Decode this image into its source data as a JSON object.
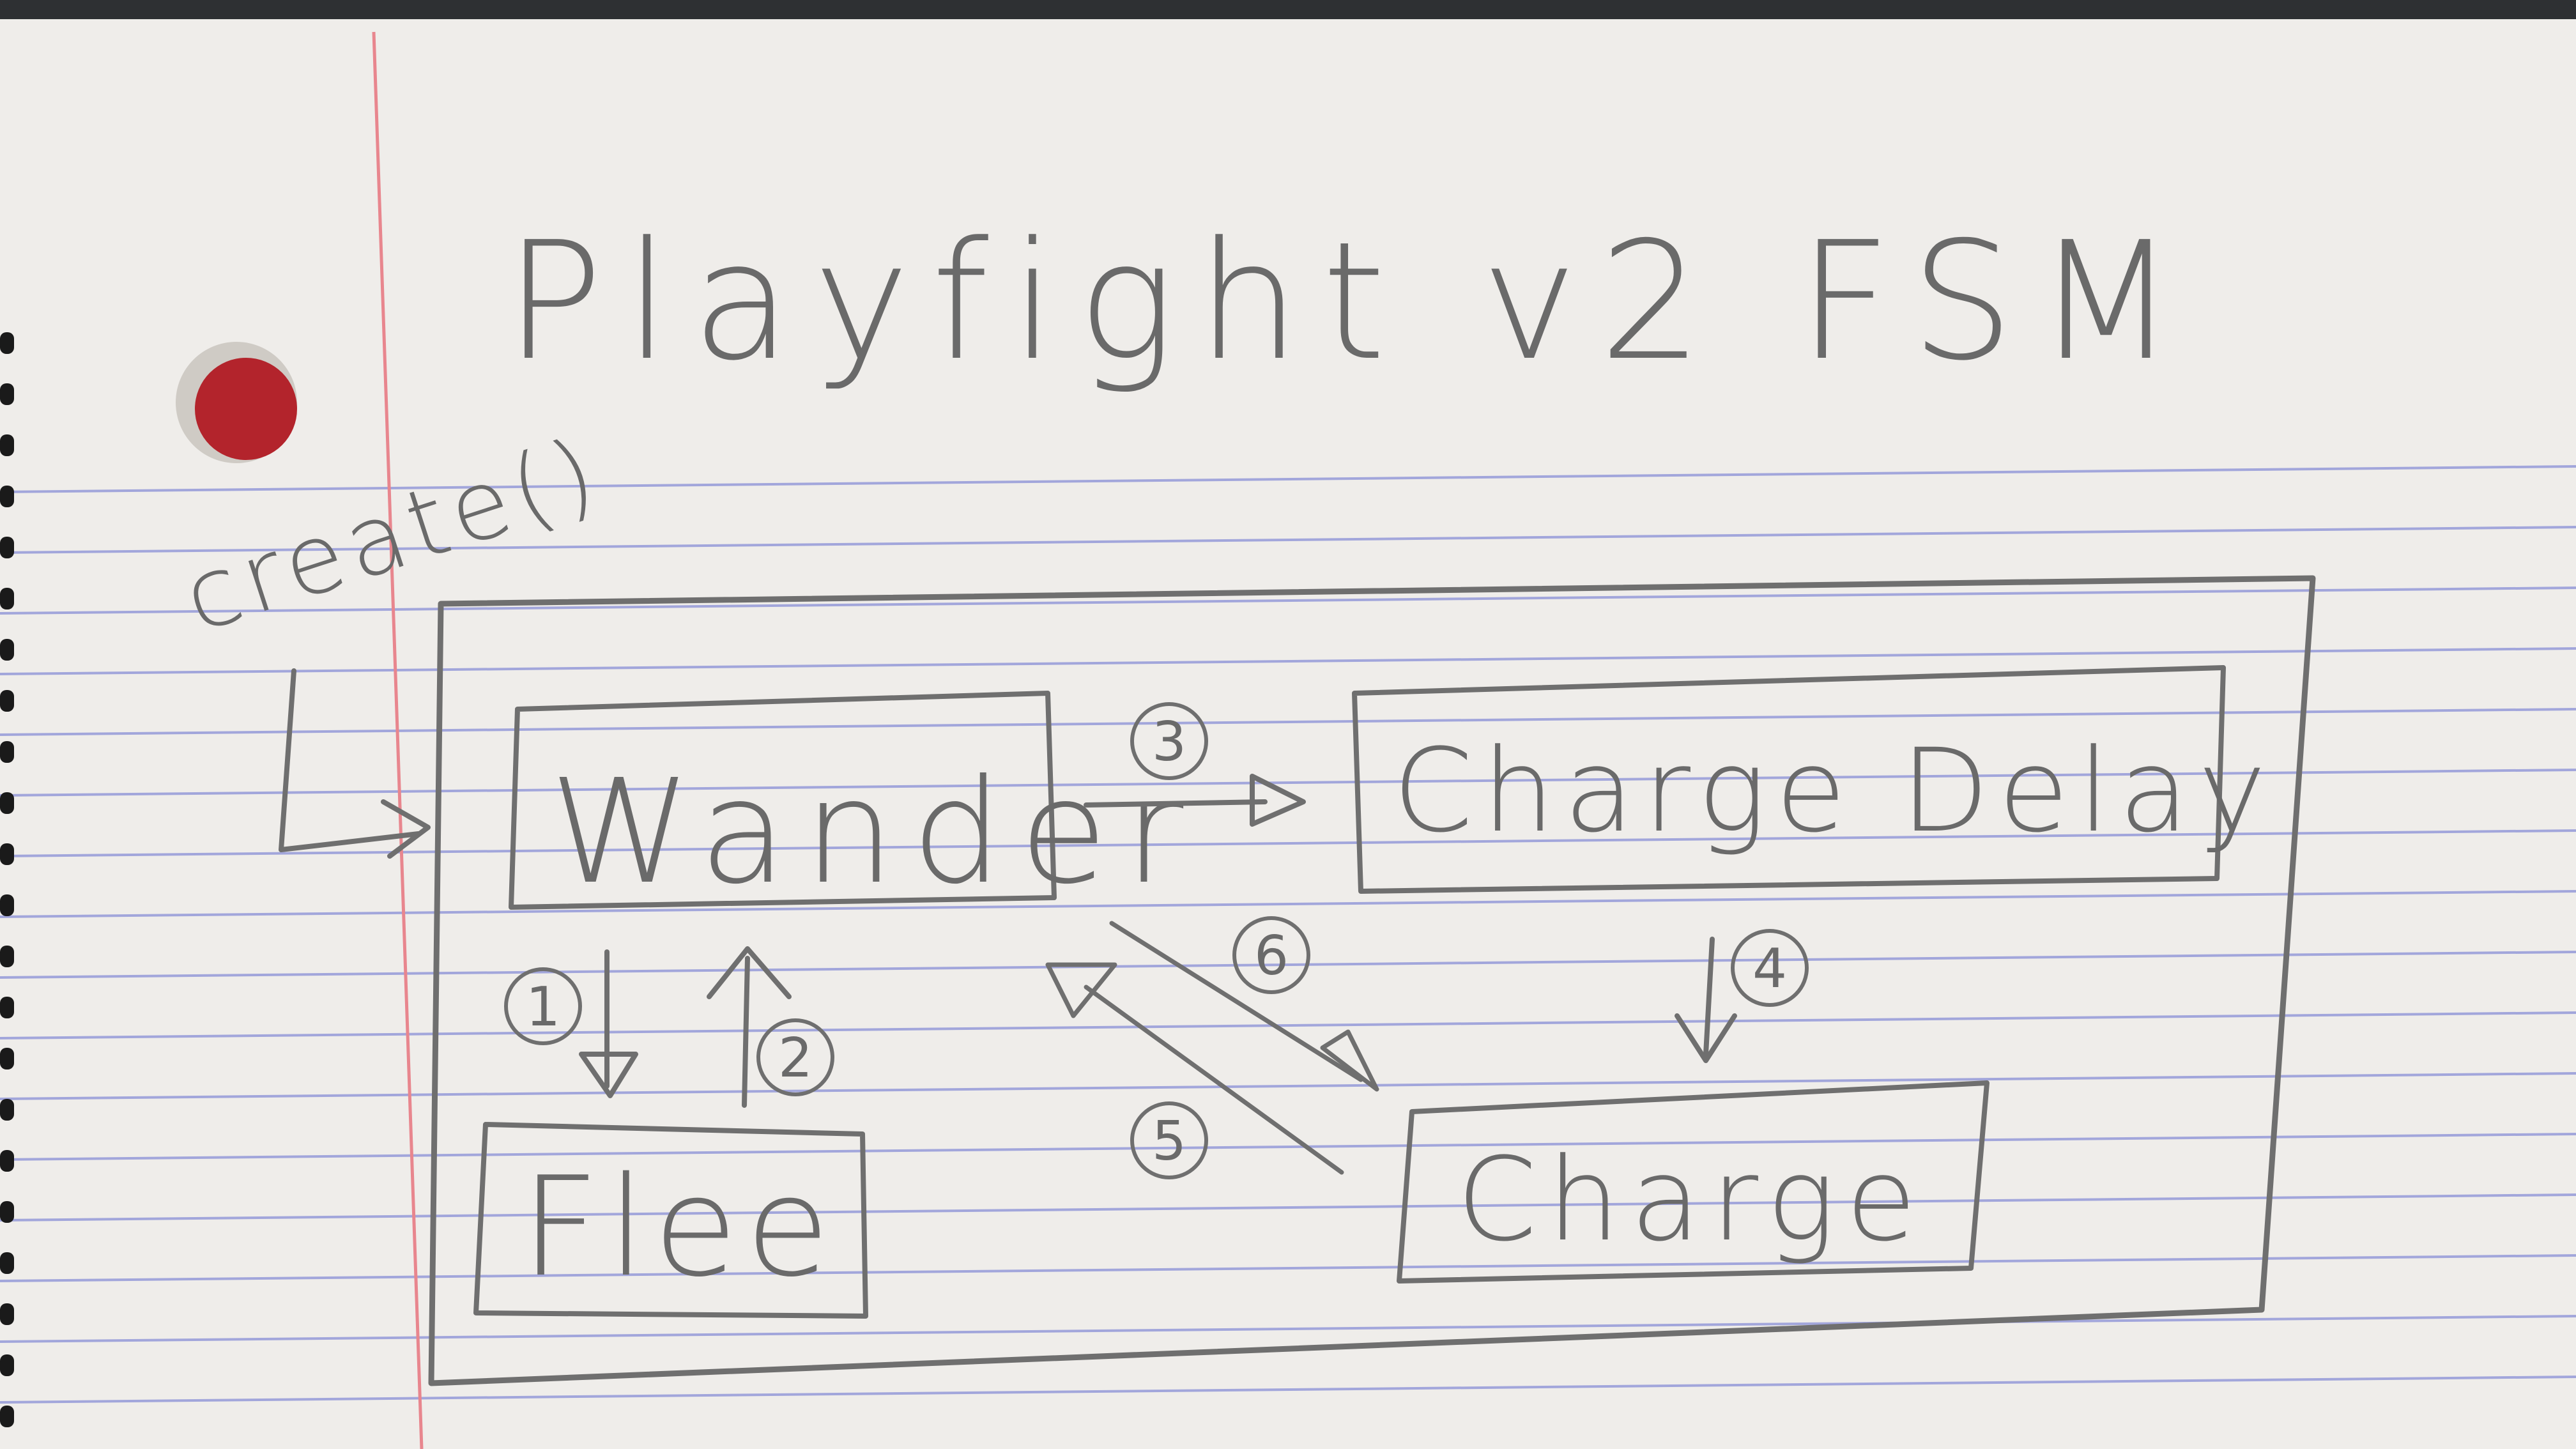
{
  "title": "Playfight v2 FSM",
  "entry_label": "create()",
  "states": {
    "wander": "Wander",
    "charge_delay": "Charge Delay",
    "flee": "Flee",
    "charge": "Charge"
  },
  "transitions": [
    {
      "id": "1",
      "from": "Wander",
      "to": "Flee"
    },
    {
      "id": "2",
      "from": "Flee",
      "to": "Wander"
    },
    {
      "id": "3",
      "from": "Wander",
      "to": "Charge Delay"
    },
    {
      "id": "4",
      "from": "Charge Delay",
      "to": "Charge"
    },
    {
      "id": "5",
      "from": "Charge",
      "to": "Wander"
    },
    {
      "id": "6",
      "from": "Wander",
      "to": "Charge"
    }
  ],
  "colors": {
    "paper": "#efedea",
    "rule_line": "#8f95d8",
    "margin_line": "#e8868e",
    "pencil": "#6f6f6f",
    "hole": "#b3242c"
  }
}
